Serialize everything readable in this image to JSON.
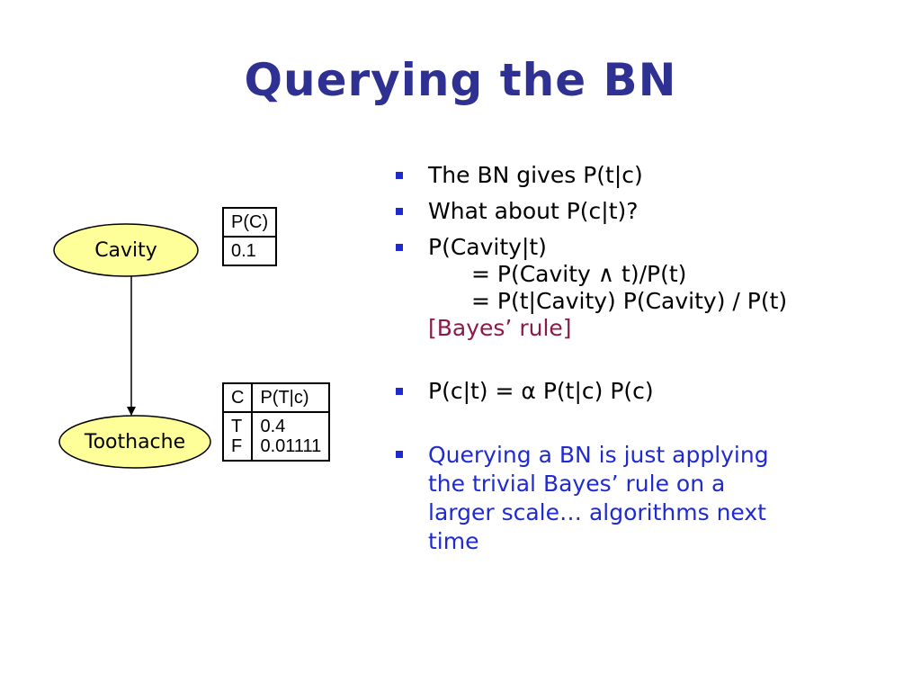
{
  "title": "Querying the BN",
  "colors": {
    "title": "#2e3192",
    "node_fill": "#ffff99",
    "bullet_marker": "#1f2ad1",
    "highlight_text": "#1f2ad1",
    "bayes_rule_text": "#8b1a4a"
  },
  "network": {
    "nodes": [
      "Cavity",
      "Toothache"
    ],
    "edge": {
      "from": "Cavity",
      "to": "Toothache"
    }
  },
  "cpt_cavity": {
    "header": "P(C)",
    "value": "0.1"
  },
  "cpt_toothache": {
    "header_c": "C",
    "header_p": "P(T|c)",
    "rows": [
      {
        "c": "T",
        "p": "0.4"
      },
      {
        "c": "F",
        "p": "0.01111"
      }
    ]
  },
  "bullets": {
    "b1": "The BN gives P(t|c)",
    "b2": "What about P(c|t)?",
    "b3_line1": "P(Cavity|t)",
    "b3_line2": "= P(Cavity ∧ t)/P(t)",
    "b3_line3": "= P(t|Cavity) P(Cavity) / P(t)",
    "b3_line4": "[Bayes’ rule]",
    "b4": "P(c|t) = α P(t|c) P(c)",
    "b5_line1": "Querying a BN is just applying",
    "b5_line2": "the trivial Bayes’ rule on a",
    "b5_line3": "larger scale… algorithms next",
    "b5_line4": "time"
  }
}
